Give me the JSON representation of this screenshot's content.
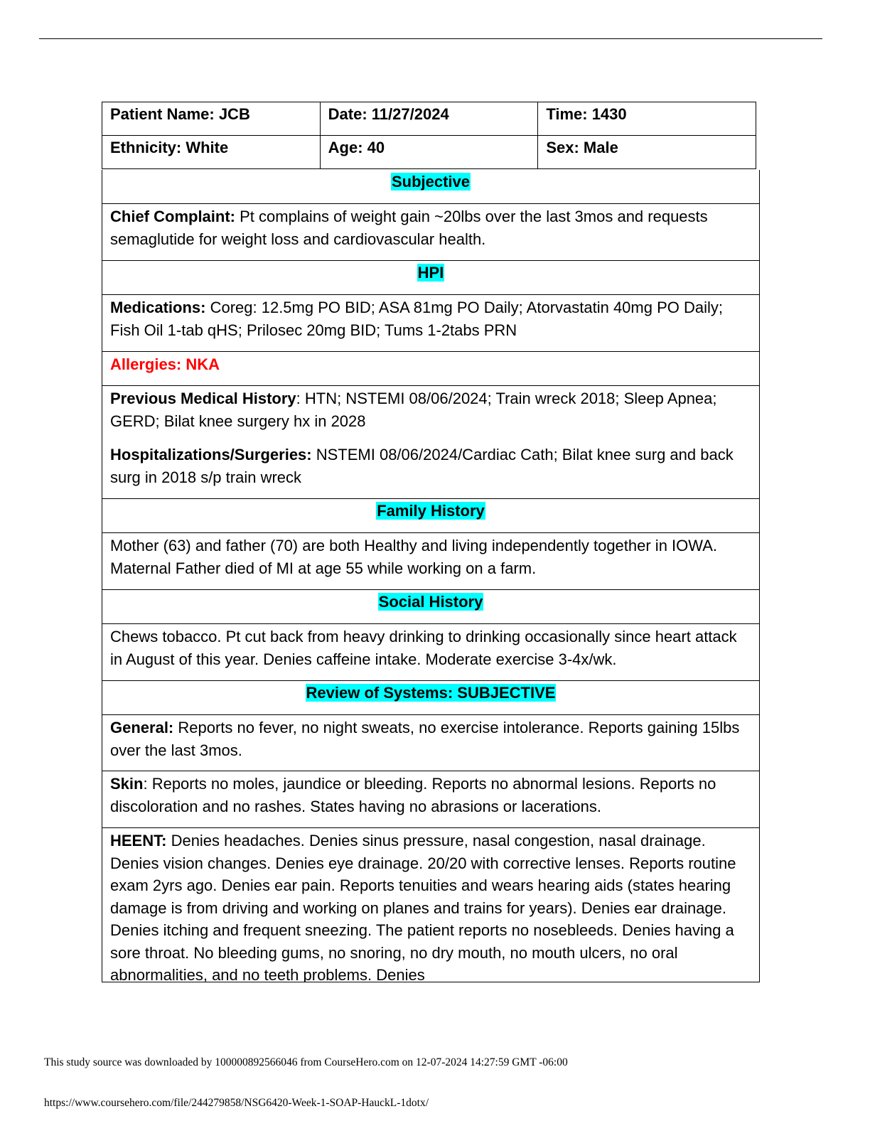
{
  "header": {
    "patient_name": "Patient Name: JCB",
    "date": "Date: 11/27/2024",
    "time": "Time: 1430",
    "ethnicity": "Ethnicity: White",
    "age": "Age:  40",
    "sex": "Sex:  Male"
  },
  "sections": {
    "subjective": "Subjective",
    "hpi": "HPI",
    "family_history": "Family History",
    "social_history": "Social History",
    "ros": "Review of Systems: SUBJECTIVE"
  },
  "chief_complaint": {
    "label": "Chief Complaint:",
    "text": "  Pt complains of weight gain ~20lbs over the last 3mos and requests semaglutide for weight loss and cardiovascular health."
  },
  "medications": {
    "label": "Medications:",
    "text": "  Coreg: 12.5mg PO BID; ASA 81mg PO Daily; Atorvastatin 40mg PO Daily; Fish Oil 1-tab qHS; Prilosec 20mg BID; Tums 1-2tabs PRN"
  },
  "allergies": "Allergies: NKA",
  "pmh": {
    "label": "Previous Medical History",
    "text": ": HTN; NSTEMI 08/06/2024; Train wreck 2018; Sleep Apnea; GERD; Bilat knee surgery hx in 2028"
  },
  "hosp": {
    "label": "Hospitalizations/Surgeries:",
    "text": " NSTEMI 08/06/2024/Cardiac Cath; Bilat knee surg and back surg in 2018 s/p train wreck"
  },
  "family_history_text": "Mother (63) and father (70) are both Healthy and living independently together in IOWA. Maternal Father died of MI at age 55 while working on a farm.",
  "social_history_text": "Chews tobacco. Pt cut back from heavy drinking to drinking occasionally since heart attack in August of this year. Denies caffeine intake. Moderate exercise 3-4x/wk.",
  "ros": {
    "general_label": "General:",
    "general_text": " Reports no fever, no night sweats, no exercise intolerance. Reports gaining 15lbs over the last 3mos.",
    "skin_label": "Skin",
    "skin_text": ": Reports no moles, jaundice or bleeding. Reports no abnormal lesions. Reports no discoloration and no rashes. States having no abrasions or lacerations.",
    "heent_label": "HEENT:",
    "heent_text": " Denies headaches. Denies sinus pressure, nasal congestion, nasal drainage. Denies vision changes. Denies eye drainage. 20/20 with corrective lenses. Reports routine exam 2yrs ago.  Denies ear pain. Reports tenuities and wears hearing aids (states hearing damage is from driving and working on planes and trains for years). Denies ear drainage. Denies itching and frequent sneezing. The patient reports no nosebleeds. Denies having a sore throat. No bleeding gums, no snoring, no dry mouth, no mouth ulcers, no oral abnormalities, and no teeth problems. Denies"
  },
  "footer": {
    "download_note": "This study source was downloaded by 100000892566046 from CourseHero.com on 12-07-2024 14:27:59 GMT -06:00",
    "url": "https://www.coursehero.com/file/244279858/NSG6420-Week-1-SOAP-HauckL-1dotx/"
  }
}
